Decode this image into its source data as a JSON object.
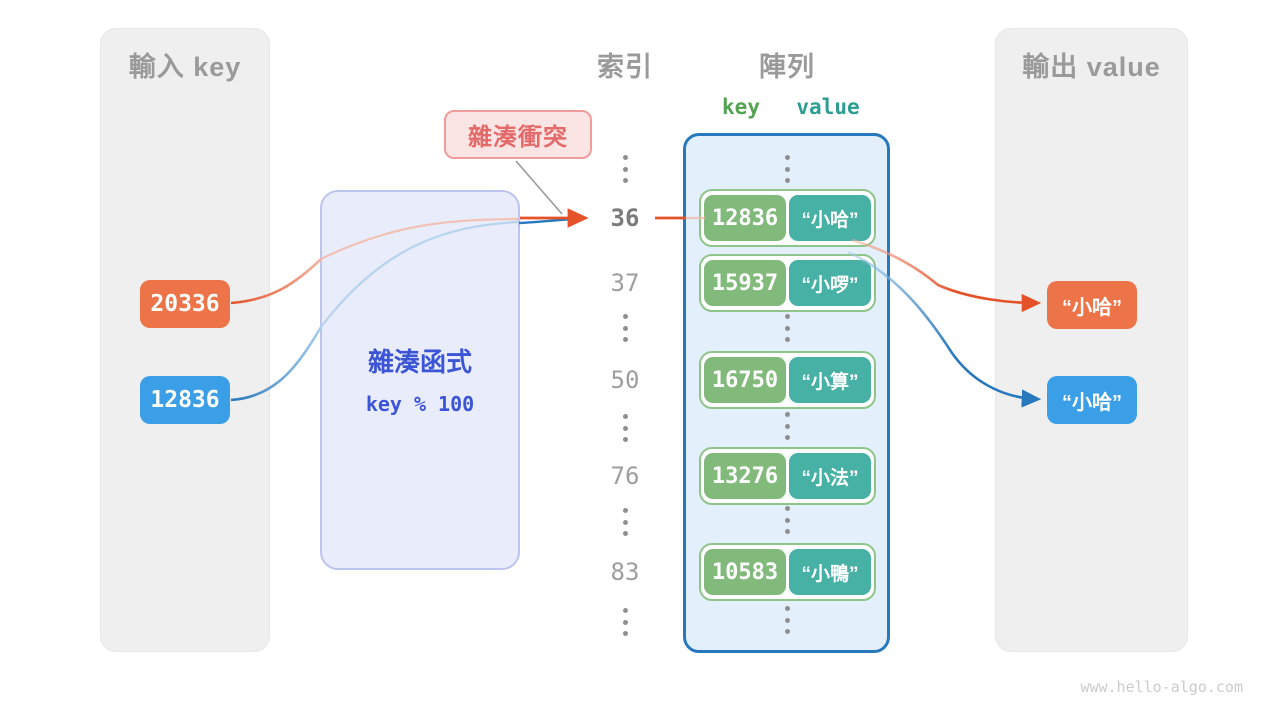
{
  "diagram": {
    "watermark": "www.hello-algo.com",
    "input_panel": {
      "title": "輸入 key",
      "keys": [
        {
          "label": "20336",
          "color": "#ed7449"
        },
        {
          "label": "12836",
          "color": "#3b9fe8"
        }
      ]
    },
    "hash_function": {
      "title": "雜湊函式",
      "formula": "key % 100"
    },
    "collision_badge": {
      "label": "雜湊衝突"
    },
    "index_column": {
      "title": "索引",
      "ellipsis": "⋮",
      "items": [
        "⋮",
        "36",
        "37",
        "⋮",
        "50",
        "⋮",
        "76",
        "⋮",
        "83",
        "⋮"
      ],
      "highlighted": "36"
    },
    "array": {
      "title": "陣列",
      "key_header": "key",
      "value_header": "value",
      "rows": [
        {
          "key": "12836",
          "value": "“小哈”"
        },
        {
          "key": "15937",
          "value": "“小啰”"
        },
        {
          "key": "16750",
          "value": "“小算”"
        },
        {
          "key": "13276",
          "value": "“小法”"
        },
        {
          "key": "10583",
          "value": "“小鴨”"
        }
      ]
    },
    "output_panel": {
      "title": "輸出 value",
      "values": [
        {
          "label": "“小哈”",
          "color": "#ed7449"
        },
        {
          "label": "“小哈”",
          "color": "#3b9fe8"
        }
      ]
    },
    "colors": {
      "orange": "#ed7449",
      "orange_arrow": "#e5522a",
      "blue": "#3b9fe8",
      "blue_arrow": "#2878be",
      "green_key": "#82ba7c",
      "teal_value": "#47b1a6",
      "array_border": "#2878be",
      "hash_text": "#3c55d6",
      "badge_text": "#e46a6a",
      "panel_gray": "#efeff0"
    }
  }
}
